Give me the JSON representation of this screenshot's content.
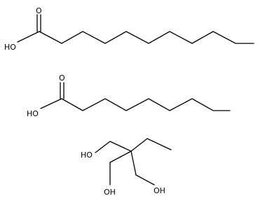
{
  "molecules": [
    {
      "id": "decanoic-acid",
      "labels": {
        "oxygen": "O",
        "hydroxyl": "HO"
      }
    },
    {
      "id": "octanoic-acid",
      "labels": {
        "oxygen": "O",
        "hydroxyl": "HO"
      }
    },
    {
      "id": "trimethylolpropane",
      "labels": {
        "hydroxyl_top": "HO",
        "hydroxyl_left": "OH",
        "hydroxyl_right": "OH"
      }
    }
  ]
}
